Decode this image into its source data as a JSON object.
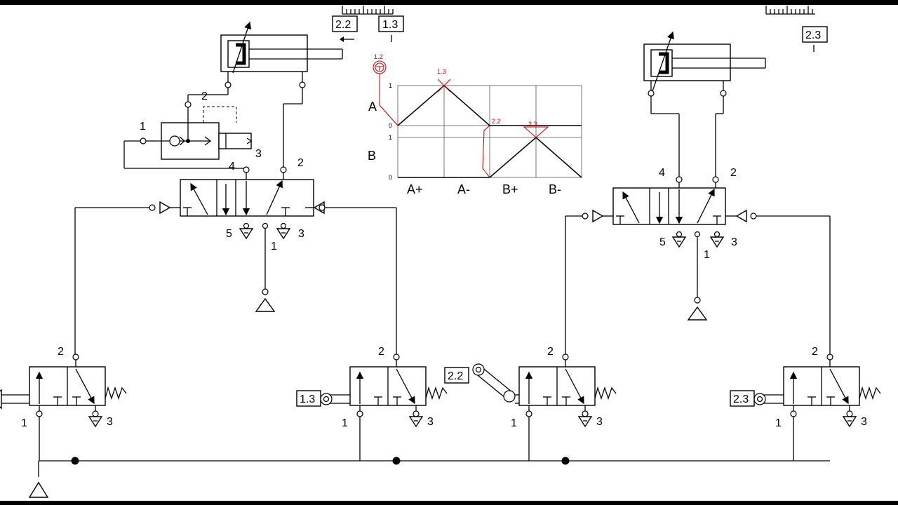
{
  "tags": {
    "pos_2_2": "2.2",
    "pos_1_3": "1.3",
    "pos_2_3": "2.3",
    "valve_1_3": "1.3",
    "valve_2_2": "2.2",
    "valve_2_3": "2.3"
  },
  "ports": {
    "p1": "1",
    "p2": "2",
    "p3": "3",
    "p4": "4",
    "p5": "5"
  },
  "diagram": {
    "row_a": "A",
    "row_b": "B",
    "steps": [
      "A+",
      "A-",
      "B+",
      "B-"
    ],
    "tick_1": "1",
    "tick_0": "0",
    "mark_1_2": "1.2",
    "mark_1_3": "1.3",
    "mark_2_2": "2.2",
    "mark_2_3": "2.3"
  }
}
